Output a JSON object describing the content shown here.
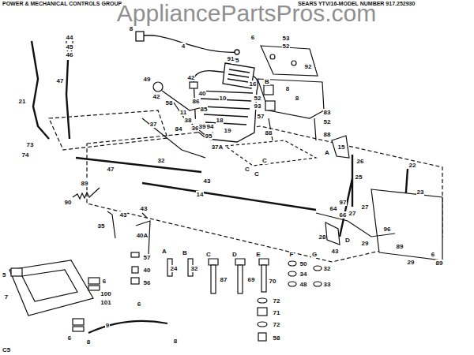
{
  "diagram": {
    "title": "POWER & MECHANICAL CONTROLS GROUP",
    "labels": [
      "AppliancePartsPros.com",
      "SEARS YTV/16-MODEL NUMBER 917.252930",
      "44",
      "45",
      "46",
      "8",
      "4",
      "75",
      "91",
      "6",
      "53",
      "52",
      "92",
      "21",
      "47",
      "49",
      "42",
      "58",
      "42",
      "40",
      "86",
      "85",
      "10",
      "11",
      "37",
      "38",
      "84",
      "36",
      "39",
      "94",
      "95",
      "18",
      "19",
      "37A",
      "16",
      "8",
      "B",
      "52",
      "93",
      "8",
      "57",
      "83",
      "52",
      "88",
      "88",
      "73",
      "74",
      "47",
      "32",
      "15",
      "A",
      "26",
      "25",
      "22",
      "23",
      "C",
      "C",
      "C",
      "14",
      "43",
      "64",
      "97",
      "66",
      "27",
      "27",
      "96",
      "28",
      "D",
      "43",
      "29",
      "89",
      "29",
      "6",
      "89",
      "90",
      "89",
      "35",
      "43",
      "43",
      "40A",
      "57",
      "40",
      "56",
      "6",
      "5",
      "7",
      "6",
      "100",
      "101",
      "6",
      "9",
      "8",
      "8",
      "A",
      "24",
      "B",
      "32",
      "C",
      "87",
      "D",
      "69",
      "E",
      "70",
      "F",
      "50",
      "34",
      "48",
      "G",
      "32",
      "33",
      "72",
      "71",
      "72",
      "58",
      "C5"
    ]
  }
}
